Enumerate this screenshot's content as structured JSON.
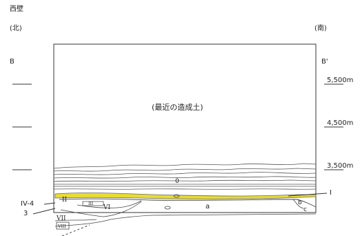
{
  "figure": {
    "wall_label": "西壁",
    "north_label": "(北)",
    "south_label": "(南)",
    "left_point": "B",
    "right_point": "B'",
    "fill_label": "(最近の造成土)",
    "scale": [
      "5,500m",
      "4,500m",
      "3,500m"
    ],
    "layer_labels": {
      "zero": "0",
      "I": "I",
      "II": "II",
      "III": "III",
      "IV4": "IV-4",
      "three": "3",
      "VI": "VI",
      "VII": "VII",
      "VIII": "VIII",
      "a": "a",
      "b": "b",
      "c": "c"
    },
    "colors": {
      "highlight": "#e8dc33",
      "line": "#333333"
    }
  }
}
